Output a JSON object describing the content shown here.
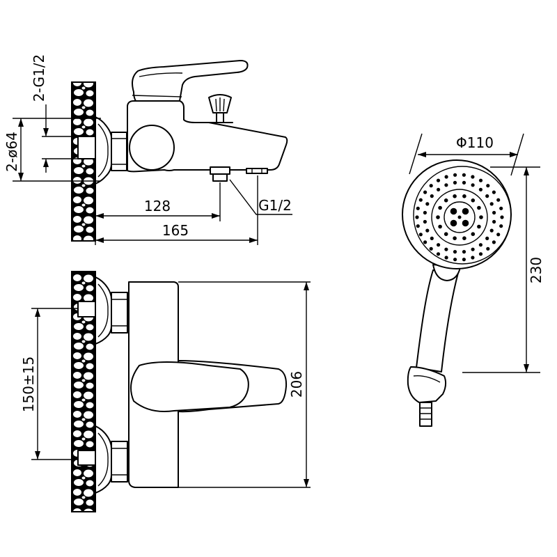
{
  "dimensions": {
    "inlet_thread": "2-G1/2",
    "escutcheon_diameter": "2-ø64",
    "outlet_distance": "128",
    "overall_depth": "165",
    "outlet_thread": "G1/2",
    "head_diameter": "Φ110",
    "shower_length": "230",
    "inlet_spacing": "150±15",
    "body_height": "206"
  },
  "colors": {
    "line": "#000000",
    "background": "#ffffff"
  }
}
